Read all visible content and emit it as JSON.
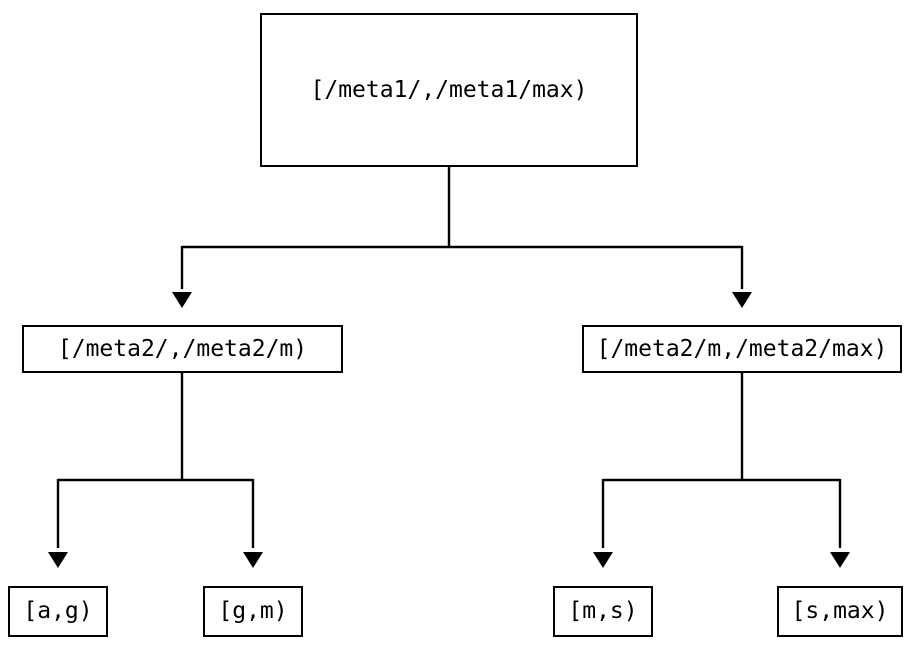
{
  "nodes": {
    "root": {
      "label": "[/meta1/,/meta1/max)"
    },
    "left": {
      "label": "[/meta2/,/meta2/m)"
    },
    "right": {
      "label": "[/meta2/m,/meta2/max)"
    },
    "leaf_ag": {
      "label": "[a,g)"
    },
    "leaf_gm": {
      "label": "[g,m)"
    },
    "leaf_ms": {
      "label": "[m,s)"
    },
    "leaf_smax": {
      "label": "[s,max)"
    }
  },
  "edges": [
    {
      "from": "root",
      "to": "left"
    },
    {
      "from": "root",
      "to": "right"
    },
    {
      "from": "left",
      "to": "leaf_ag"
    },
    {
      "from": "left",
      "to": "leaf_gm"
    },
    {
      "from": "right",
      "to": "leaf_ms"
    },
    {
      "from": "right",
      "to": "leaf_smax"
    }
  ],
  "colors": {
    "line": "#000000",
    "box_border": "#000000",
    "text": "#000000",
    "background": "#ffffff"
  }
}
